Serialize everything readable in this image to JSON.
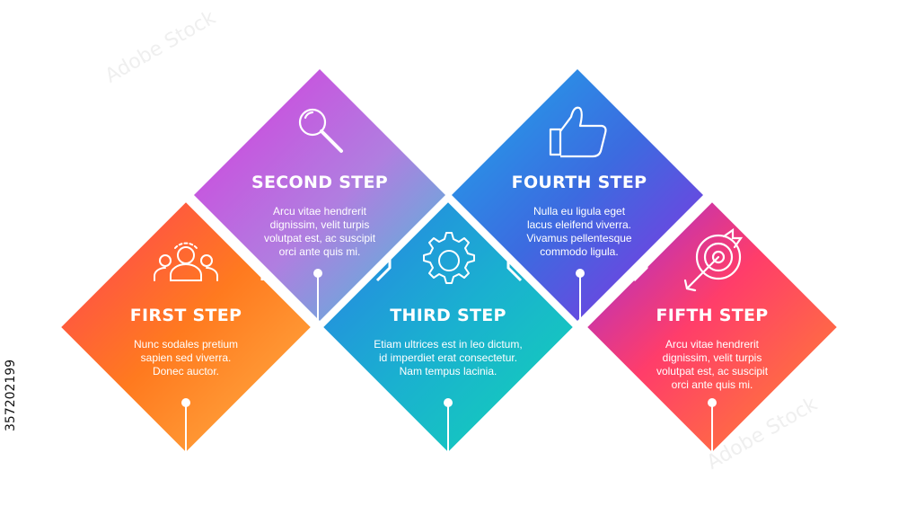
{
  "steps": [
    {
      "title": "FIRST STEP",
      "lines": [
        "Nunc sodales pretium",
        "sapien sed viverra.",
        "Donec auctor."
      ],
      "icon": "team-icon",
      "colors": [
        "#ff3d5a",
        "#ff7a1f",
        "#ffb347"
      ]
    },
    {
      "title": "SECOND STEP",
      "lines": [
        "Arcu vitae hendrerit",
        "dignissim, velit turpis",
        "volutpat est, ac suscipit",
        "orci ante quis mi."
      ],
      "icon": "search-icon",
      "colors": [
        "#d63bde",
        "#b07ee0",
        "#3fc4d8"
      ]
    },
    {
      "title": "THIRD STEP",
      "lines": [
        "Etiam ultrices est in leo dictum,",
        "id imperdiet erat consectetur.",
        "Nam tempus lacinia."
      ],
      "icon": "gear-icon",
      "colors": [
        "#2a7de6",
        "#1ab0d0",
        "#12d6b4"
      ]
    },
    {
      "title": "FOURTH STEP",
      "lines": [
        "Nulla eu ligula eget",
        "lacus eleifend viverra.",
        "Vivamus pellentesque",
        "commodo ligula."
      ],
      "icon": "thumbs-up-icon",
      "colors": [
        "#1ea8ea",
        "#3c6be0",
        "#8a2fe0"
      ]
    },
    {
      "title": "FIFTH STEP",
      "lines": [
        "Arcu vitae hendrerit",
        "dignissim, velit turpis",
        "volutpat est, ac suscipit",
        "orci ante quis mi."
      ],
      "icon": "target-icon",
      "colors": [
        "#9a2de0",
        "#ff3d6a",
        "#ff8a2a"
      ]
    }
  ],
  "stock_id": "357202199",
  "watermark": "Adobe Stock"
}
